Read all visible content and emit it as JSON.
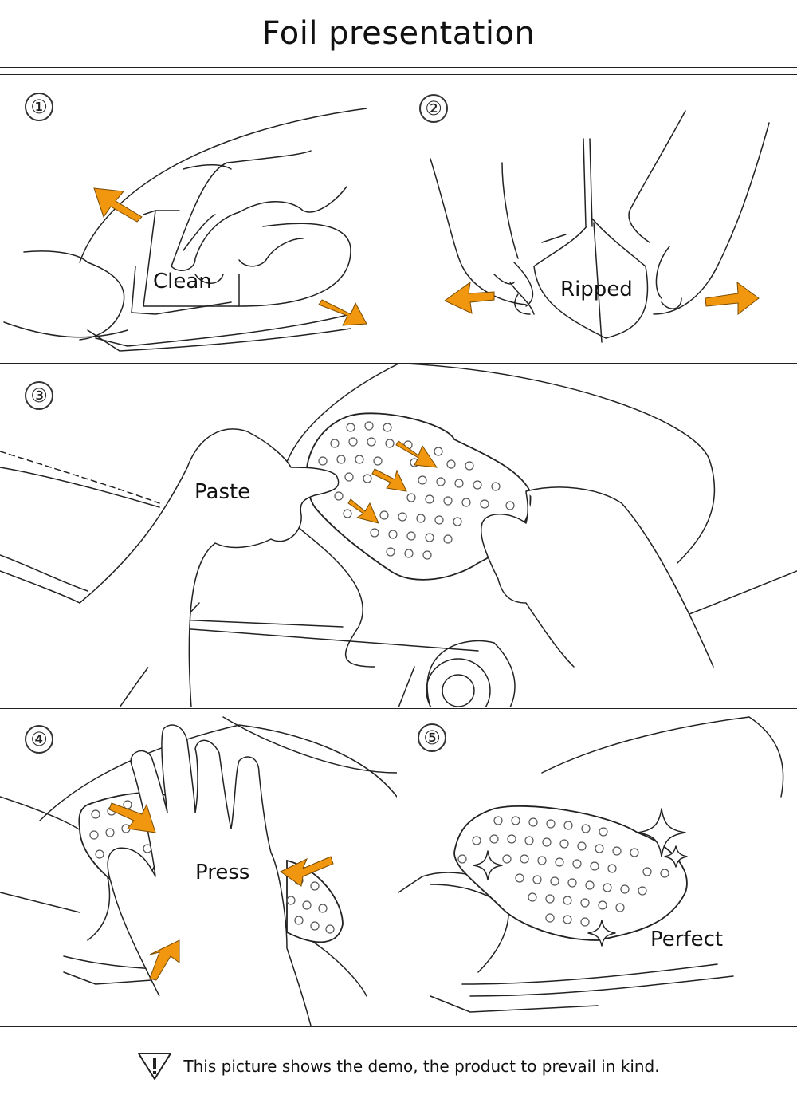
{
  "title": "Foil presentation",
  "steps": [
    {
      "number": "①",
      "label": "Clean"
    },
    {
      "number": "②",
      "label": "Ripped"
    },
    {
      "number": "③",
      "label": "Paste"
    },
    {
      "number": "④",
      "label": "Press"
    },
    {
      "number": "⑤",
      "label": "Perfect"
    }
  ],
  "footer": {
    "warning_icon": "warning-triangle-icon",
    "text": "This picture shows the demo, the product to prevail in kind."
  },
  "colors": {
    "arrow": "#F0960F",
    "line": "#222222",
    "background": "#FFFFFF"
  }
}
